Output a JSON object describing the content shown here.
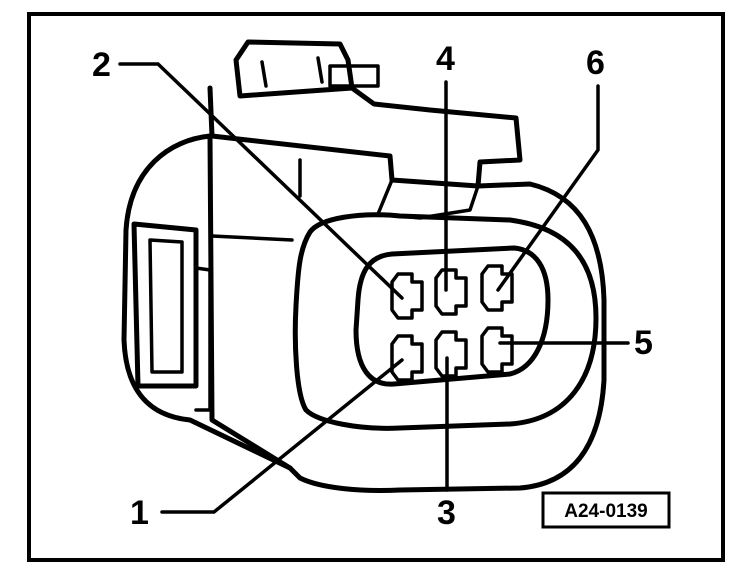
{
  "pin_labels": {
    "pin1": "1",
    "pin2": "2",
    "pin3": "3",
    "pin4": "4",
    "pin5": "5",
    "pin6": "6"
  },
  "reference_code": "A24-0139"
}
